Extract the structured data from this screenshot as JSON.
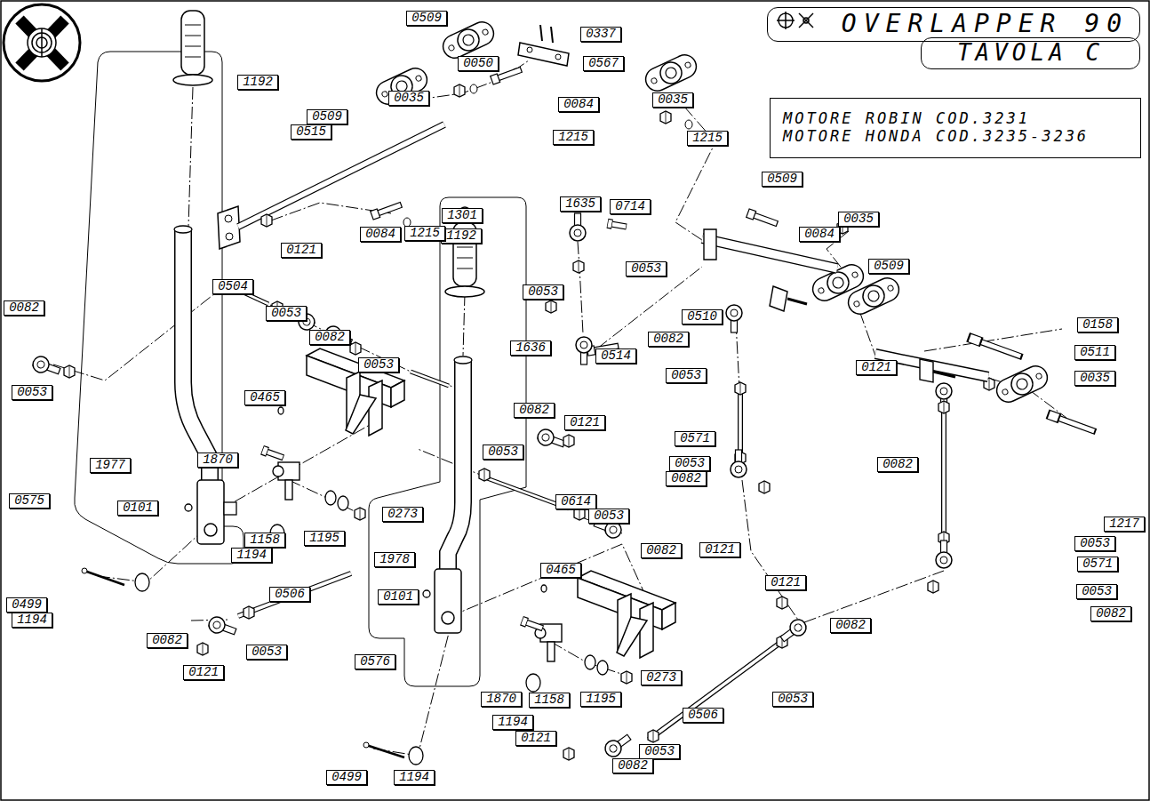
{
  "diagram": {
    "nodes": [
      {
        "text": [
          "OVERLAPPER 90"
        ]
      },
      {
        "text": [
          "TAVOLA C"
        ]
      },
      {
        "text": [
          "MOTORE ROBIN COD.3231",
          "MOTORE HONDA COD.3235-3236"
        ]
      }
    ],
    "labels": [
      "1192",
      "0509",
      "0337",
      "0050",
      "0567",
      "0035",
      "0084",
      "1215",
      "0035",
      "1215",
      "0509",
      "0515",
      "0509",
      "1635",
      "0714",
      "1301",
      "0035",
      "0084",
      "1192",
      "0084",
      "1215",
      "0121",
      "0053",
      "0509",
      "0504",
      "0053",
      "0082",
      "0053",
      "0510",
      "0158",
      "0082",
      "0082",
      "1636",
      "0511",
      "0514",
      "0053",
      "0121",
      "0053",
      "0035",
      "0053",
      "0465",
      "0082",
      "0121",
      "0571",
      "0053",
      "1870",
      "0082",
      "1977",
      "0053",
      "0082",
      "0575",
      "0614",
      "0101",
      "0273",
      "0053",
      "1217",
      "1195",
      "1158",
      "1194",
      "0053",
      "0082",
      "0121",
      "1978",
      "0571",
      "0465",
      "0121",
      "0053",
      "0506",
      "0101",
      "0499",
      "0082",
      "1194",
      "0082",
      "0082",
      "0053",
      "0576",
      "0121",
      "0273",
      "1870",
      "1158",
      "1195",
      "0053",
      "0506",
      "1194",
      "0121",
      "0053",
      "0082",
      "0499",
      "1194"
    ]
  }
}
